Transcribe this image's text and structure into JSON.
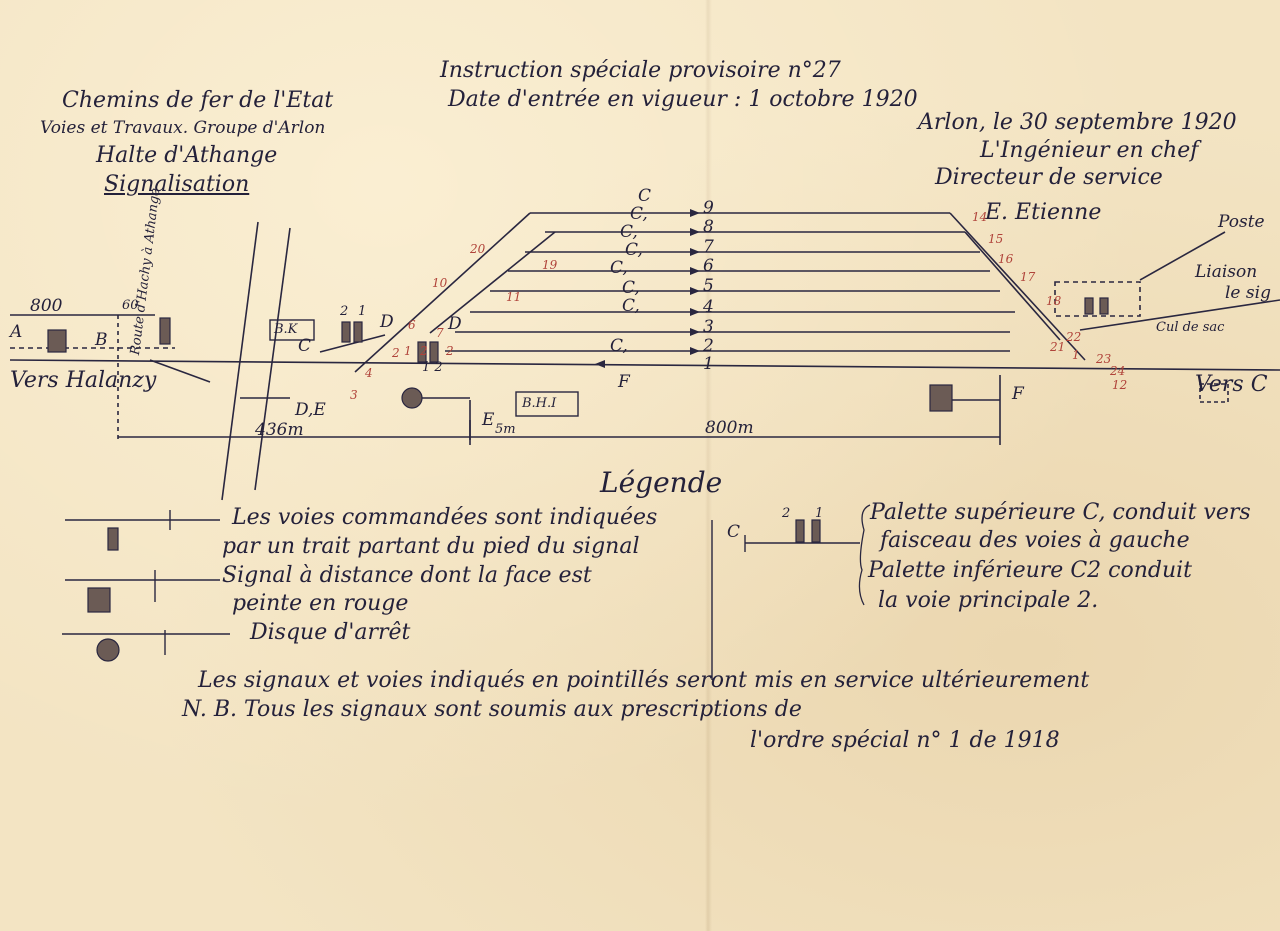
{
  "header": {
    "org_line1": "Chemins de fer de l'Etat",
    "org_line2": "Voies et Travaux. Groupe d'Arlon",
    "org_line3": "Halte d'Athange",
    "org_line4": "Signalisation",
    "instruction_title": "Instruction spéciale provisoire n°27",
    "instruction_date": "Date d'entrée en vigueur : 1 octobre 1920",
    "place_date": "Arlon, le 30 septembre 1920",
    "signatory_line1": "L'Ingénieur en chef",
    "signatory_line2": "Directeur de service",
    "signature": "E. Etienne"
  },
  "diagram": {
    "track_numbers": [
      "9",
      "8",
      "7",
      "6",
      "5",
      "4",
      "3",
      "2",
      "1"
    ],
    "route_labels": [
      "C",
      "C,",
      "C,",
      "C,",
      "C,",
      "C,",
      "C,",
      "C,",
      "F"
    ],
    "label_A": "A",
    "label_B": "B",
    "label_E": "E",
    "label_F": "F",
    "label_C": "C",
    "label_DE": "D,E",
    "label_D2": "D",
    "label_D7": "D",
    "box_BK": "B.K",
    "box_BHI": "B.H.I",
    "dist_800_left": "800",
    "dist_60": "60",
    "dist_436": "436m",
    "dist_5": "5m",
    "dist_800m": "800m",
    "toward_left": "Vers Halanzy",
    "toward_right": "Vers C",
    "road_label": "Route d'Hachy à Athange",
    "poste": "Poste",
    "liaison": "Liaison",
    "liaison_2": "le sig",
    "cul_de_sac": "Cul de sac",
    "signal_numbers": [
      "2",
      "1",
      "1",
      "2",
      "2",
      "6",
      "7",
      "3",
      "4",
      "10",
      "11",
      "12",
      "14",
      "15",
      "16",
      "17",
      "18",
      "19",
      "20",
      "21",
      "22",
      "23",
      "24"
    ],
    "sig_label_2": "2",
    "sig_label_1": "1",
    "sig_label_12": "1 2"
  },
  "legend": {
    "title": "Légende",
    "item1_line1": "Les voies commandées sont indiquées",
    "item1_line2": "par un trait partant du pied du signal",
    "item2_line1": "Signal à distance dont la face est",
    "item2_line2": "peinte en rouge",
    "item3": "Disque d'arrêt",
    "right_label_C": "C",
    "right_sig_2": "2",
    "right_sig_1": "1",
    "right_line1": "Palette supérieure C, conduit vers",
    "right_line2": "faisceau des voies à gauche",
    "right_line3": "Palette inférieure C2 conduit",
    "right_line4": "la voie principale 2."
  },
  "footer": {
    "line1": "Les signaux et voies indiqués en pointillés seront mis en service ultérieurement",
    "line2": "N. B. Tous les signaux sont soumis aux prescriptions de",
    "line3": "l'ordre spécial n° 1 de 1918"
  }
}
